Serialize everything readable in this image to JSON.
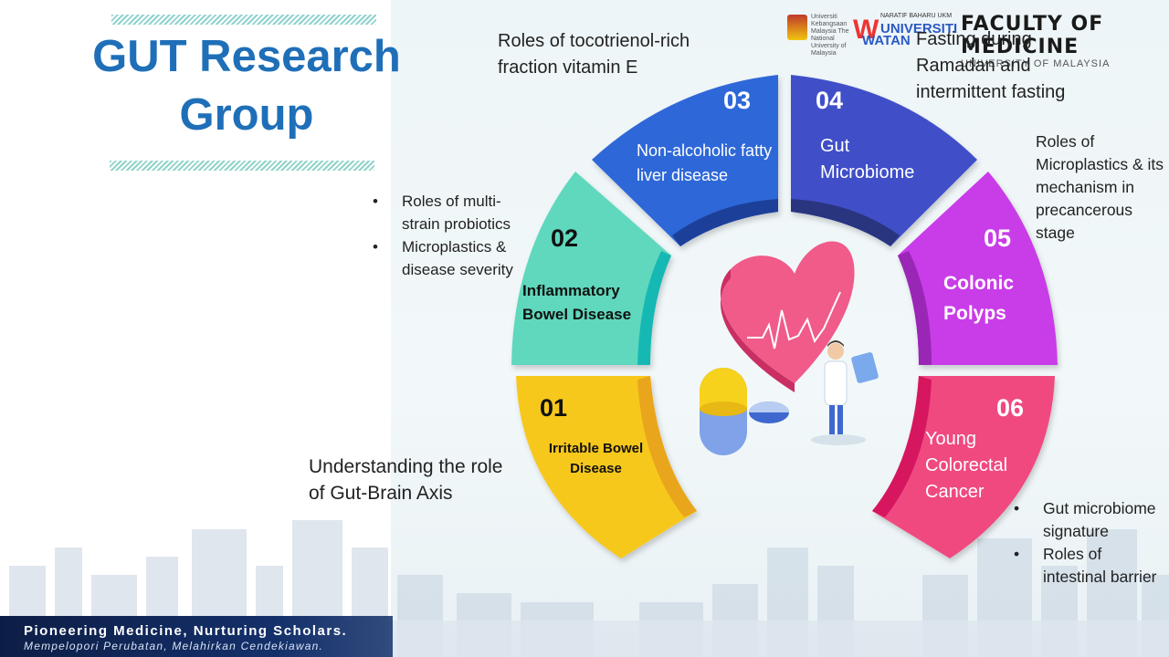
{
  "title": "GUT Research Group",
  "logos": {
    "ukm_text": "Universiti Kebangsaan Malaysia The National University of Malaysia",
    "wp_small": "NARATIF BAHARU UKM",
    "wp_line1": "UNIVERSITI",
    "wp_line2": "WATAN",
    "fom_line1": "FACULTY OF MEDICINE",
    "fom_line2": "UNIVERSITY OF MALAYSIA"
  },
  "segments": [
    {
      "num": "01",
      "label": "Irritable Bowel Disease",
      "color": "#f7c81b"
    },
    {
      "num": "02",
      "label": "Inflammatory Bowel Disease",
      "color": "#5fd8bd"
    },
    {
      "num": "03",
      "label": "Non-alcoholic fatty liver disease",
      "color": "#2f67d8"
    },
    {
      "num": "04",
      "label": "Gut Microbiome",
      "color": "#3f4fc8"
    },
    {
      "num": "05",
      "label": "Colonic Polyps",
      "color": "#c93ce8"
    },
    {
      "num": "06",
      "label": "Young Colorectal Cancer",
      "color": "#f04a80"
    }
  ],
  "notes": {
    "seg01": "Understanding the role of Gut-Brain Axis",
    "seg02": [
      "Roles of multi-strain probiotics",
      "Microplastics & disease severity"
    ],
    "seg03": "Roles of tocotrienol-rich fraction vitamin E",
    "seg04": "Fasting during Ramadan and intermittent fasting",
    "seg05": "Roles of Microplastics & its mechanism in precancerous stage",
    "seg06": [
      "Gut microbiome signature",
      "Roles of intestinal barrier"
    ]
  },
  "footer": {
    "tagline": "Pioneering Medicine, Nurturing Scholars.",
    "tagline_ms": "Mempelopori Perubatan, Melahirkan Cendekiawan."
  },
  "icons": [
    "heart-icon",
    "pill-capsule-icon",
    "doctor-figure-icon"
  ]
}
